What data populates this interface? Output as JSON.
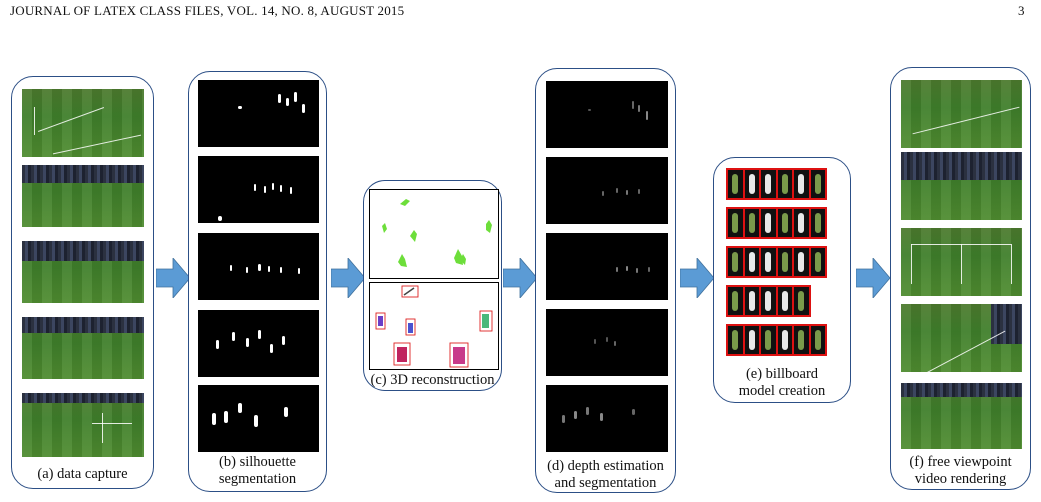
{
  "header": {
    "journal": "JOURNAL OF LATEX CLASS FILES, VOL. 14, NO. 8, AUGUST 2015",
    "page_number": "3"
  },
  "captions": {
    "a": "(a) data capture",
    "b_line1": "(b) silhouette",
    "b_line2": "segmentation",
    "c": "(c) 3D reconstruction",
    "d_line1": "(d) depth estimation",
    "d_line2": "and segmentation",
    "e_line1": "(e) billboard",
    "e_line2": "model creation",
    "f_line1": "(f) free viewpoint",
    "f_line2": "video rendering"
  },
  "colors": {
    "panel_border": "#2c4f86",
    "arrow": "#5b9bd5",
    "bbox_red": "#dd2222",
    "recon_green": "#6dde3a"
  }
}
